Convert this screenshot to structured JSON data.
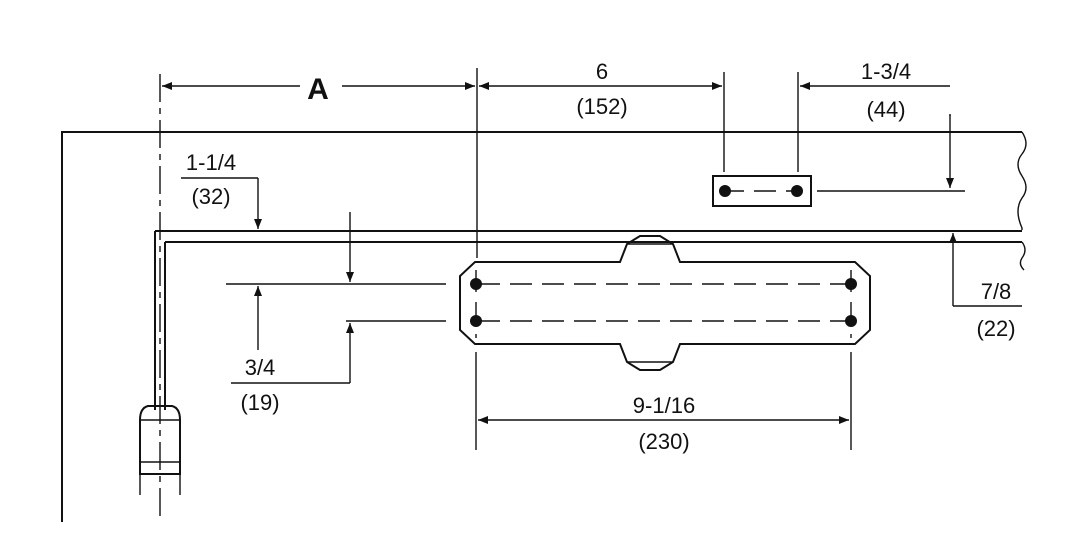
{
  "dimensions": {
    "a": "A",
    "six": "6",
    "six_mm": "(152)",
    "one_three_quarter": "1-3/4",
    "one_three_quarter_mm": "(44)",
    "one_quarter": "1-1/4",
    "one_quarter_mm": "(32)",
    "seven_eighths": "7/8",
    "seven_eighths_mm": "(22)",
    "three_quarter": "3/4",
    "three_quarter_mm": "(19)",
    "nine_sixteenth": "9-1/16",
    "nine_sixteenth_mm": "(230)"
  }
}
